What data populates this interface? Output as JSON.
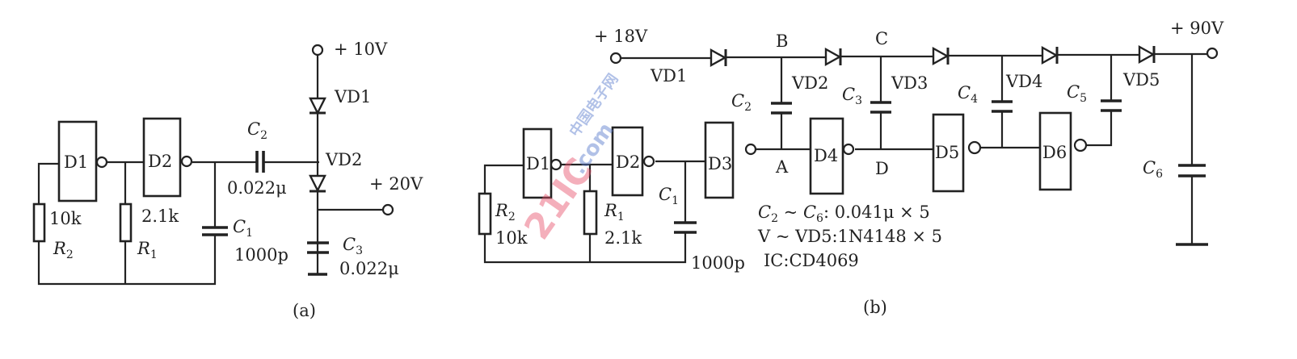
{
  "panel_a": {
    "caption": "(a)",
    "supply_top": "+ 10V",
    "output": "+ 20V",
    "gates": [
      "D1",
      "D2"
    ],
    "diodes": [
      "VD1",
      "VD2"
    ],
    "R2": {
      "sym": "R",
      "sub": "2",
      "value": "10k"
    },
    "R1": {
      "sym": "R",
      "sub": "1",
      "value": "2.1k"
    },
    "C1": {
      "sym": "C",
      "sub": "1",
      "value": "1000p"
    },
    "C2": {
      "sym": "C",
      "sub": "2",
      "value": "0.022μ"
    },
    "C3": {
      "sym": "C",
      "sub": "3",
      "value": "0.022μ"
    }
  },
  "panel_b": {
    "caption": "(b)",
    "input": "+ 18V",
    "output": "+ 90V",
    "gates": [
      "D1",
      "D2",
      "D3",
      "D4",
      "D5",
      "D6"
    ],
    "diodes": [
      "VD1",
      "VD2",
      "VD3",
      "VD4",
      "VD5"
    ],
    "nodes": {
      "A": "A",
      "B": "B",
      "C": "C",
      "D": "D"
    },
    "R2": {
      "sym": "R",
      "sub": "2",
      "value": "10k"
    },
    "R1": {
      "sym": "R",
      "sub": "1",
      "value": "2.1k"
    },
    "C1": {
      "sym": "C",
      "sub": "1",
      "value": "1000p"
    },
    "caps": [
      {
        "sym": "C",
        "sub": "2"
      },
      {
        "sym": "C",
        "sub": "3"
      },
      {
        "sym": "C",
        "sub": "4"
      },
      {
        "sym": "C",
        "sub": "5"
      },
      {
        "sym": "C",
        "sub": "6"
      }
    ],
    "notes": {
      "caps_c2": "C",
      "caps_c2_sub": "2",
      "caps_tilde": " ~ ",
      "caps_c6": "C",
      "caps_c6_sub": "6",
      "caps_value": ": 0.041μ × 5",
      "diodes": "V ~ VD5:1N4148 × 5",
      "ic": "IC:CD4069"
    }
  },
  "watermark": {
    "main": "21IC",
    "sub": ".com",
    "cn": "中国电子网"
  }
}
